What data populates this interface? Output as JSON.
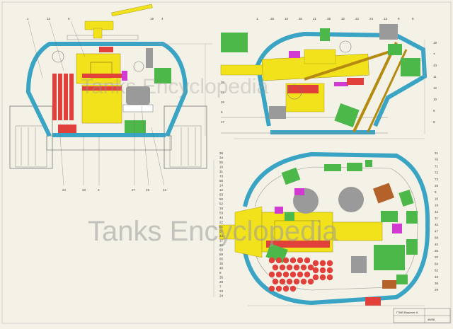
{
  "watermark_main": "Tanks Encyclopedia",
  "watermark_faint": "Tanks Encyclopedia",
  "colors": {
    "paper": "#f4f1e6",
    "hull_wall": "#3aa4c4",
    "yellow": "#f2e21c",
    "red": "#e2403a",
    "green": "#4db84a",
    "magenta": "#d23ad2",
    "grey": "#9a9a9a",
    "brown": "#b5622a",
    "line": "#555555"
  },
  "front_callouts": [
    "1",
    "22",
    "6",
    "19",
    "4",
    "24",
    "33",
    "3",
    "27",
    "49",
    "43"
  ],
  "side_callouts_top": [
    "1",
    "28",
    "15",
    "30",
    "21",
    "38",
    "32",
    "22",
    "24",
    "13",
    "9",
    "8"
  ],
  "side_callouts_left": [
    "30",
    "22",
    "26",
    "5",
    "17"
  ],
  "side_callouts_right": [
    "18",
    "7",
    "44",
    "11",
    "12",
    "10",
    "6",
    "8"
  ],
  "plan_callouts_left": [
    "36",
    "34",
    "55",
    "19",
    "31",
    "73",
    "56",
    "14",
    "12",
    "63",
    "50",
    "52",
    "18",
    "53",
    "44",
    "22",
    "61",
    "57",
    "43",
    "17",
    "45",
    "60",
    "69",
    "65",
    "38",
    "48",
    "8",
    "35",
    "28",
    "7",
    "23",
    "24"
  ],
  "plan_callouts_right": [
    "31",
    "70",
    "71",
    "72",
    "73",
    "28",
    "9",
    "10",
    "19",
    "42",
    "11",
    "40",
    "47",
    "68",
    "40",
    "35",
    "20",
    "64",
    "62",
    "48",
    "36",
    "29"
  ],
  "title_block": {
    "row1": "ГЛАВ  Вариант А",
    "row2": "48/88"
  }
}
